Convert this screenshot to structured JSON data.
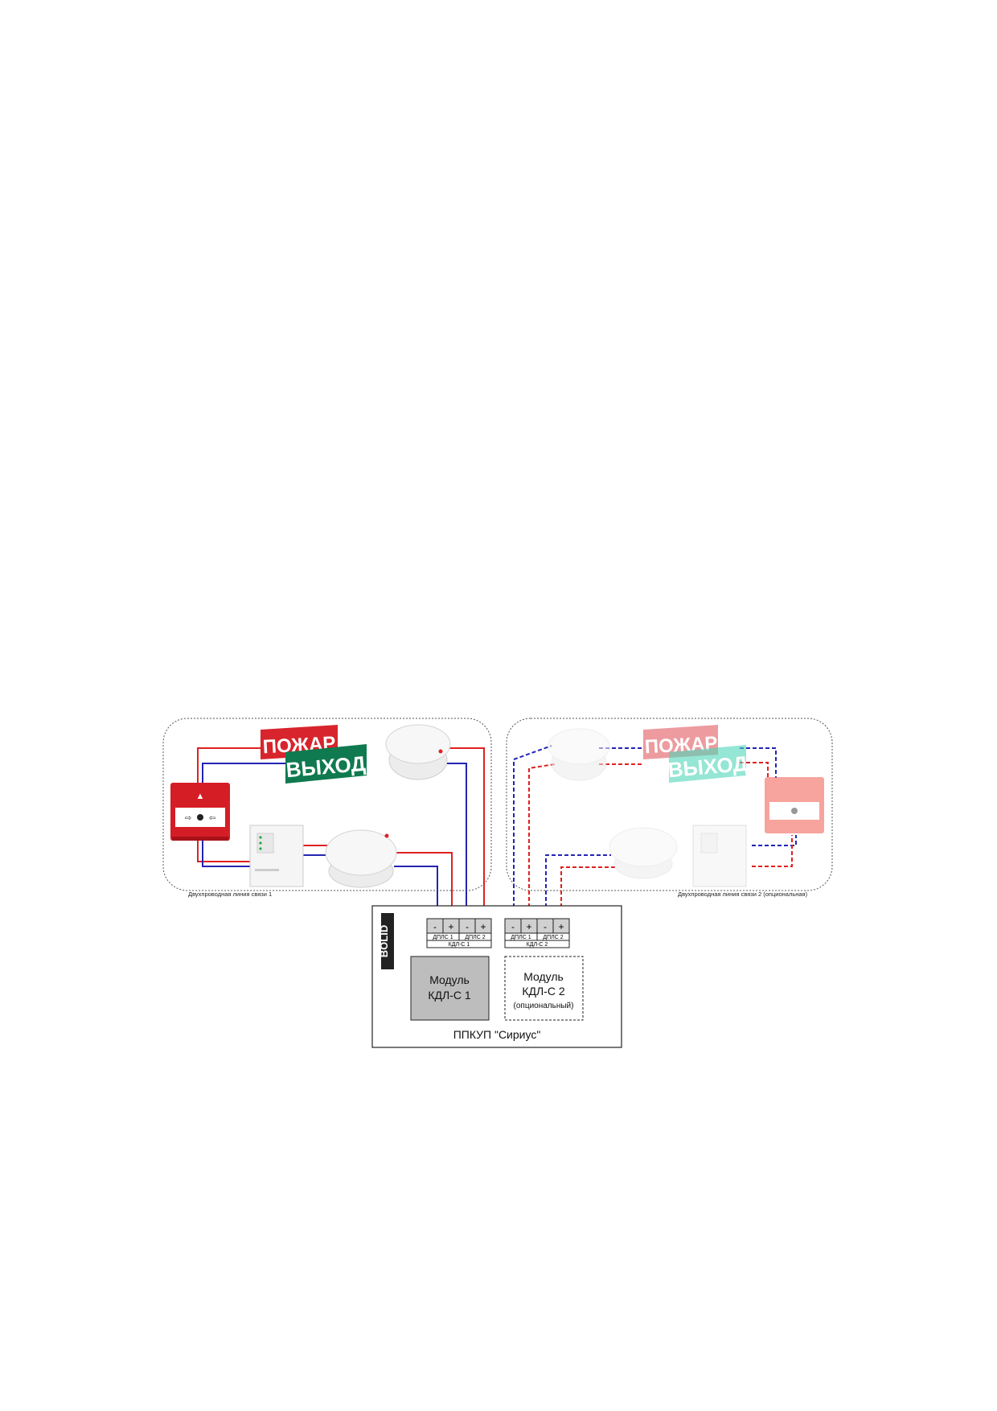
{
  "line1": {
    "caption": "Двухпроводная линия связи 1"
  },
  "line2": {
    "caption": "Двухпроводная линия связи 2 (опциональная)"
  },
  "signs": {
    "fire": "ПОЖАР",
    "exit": "ВЫХОД"
  },
  "panel": {
    "title": "ППКУП \"Сириус\"",
    "brand": "BOLID",
    "module1": {
      "line_a": "Модуль",
      "line_b": "КДЛ-С 1"
    },
    "module2": {
      "line_a": "Модуль",
      "line_b": "КДЛ-С 2",
      "line_c": "(опциональный)"
    },
    "block1": {
      "terminals": [
        "-",
        "+",
        "-",
        "+"
      ],
      "dpls_a": "ДПЛС 1",
      "dpls_b": "ДПЛС 2",
      "name": "КДЛ-С 1"
    },
    "block2": {
      "terminals": [
        "-",
        "+",
        "-",
        "+"
      ],
      "dpls_a": "ДПЛС 1",
      "dpls_b": "ДПЛС 2",
      "name": "КДЛ-С 2"
    }
  },
  "colors": {
    "wire_red": "#e02020",
    "wire_blue": "#2424b4",
    "fire_sign": "#d8242c",
    "exit_sign": "#0f7a4f",
    "module_fill": "#bdbdbd"
  }
}
